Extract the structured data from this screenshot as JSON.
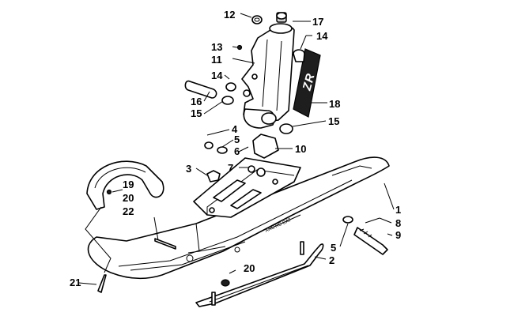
{
  "logo_text": "ZR",
  "callouts": {
    "c1": "1",
    "c2": "2",
    "c3": "3",
    "c4": "4",
    "c5a": "5",
    "c5b": "5",
    "c6": "6",
    "c7": "7",
    "c8": "8",
    "c9": "9",
    "c10": "10",
    "c11": "11",
    "c12": "12",
    "c13": "13",
    "c14a": "14",
    "c14b": "14",
    "c15a": "15",
    "c15b": "15",
    "c16": "16",
    "c17": "17",
    "c18": "18",
    "c19": "19",
    "c20a": "20",
    "c20b": "20",
    "c21": "21",
    "c22": "22"
  }
}
